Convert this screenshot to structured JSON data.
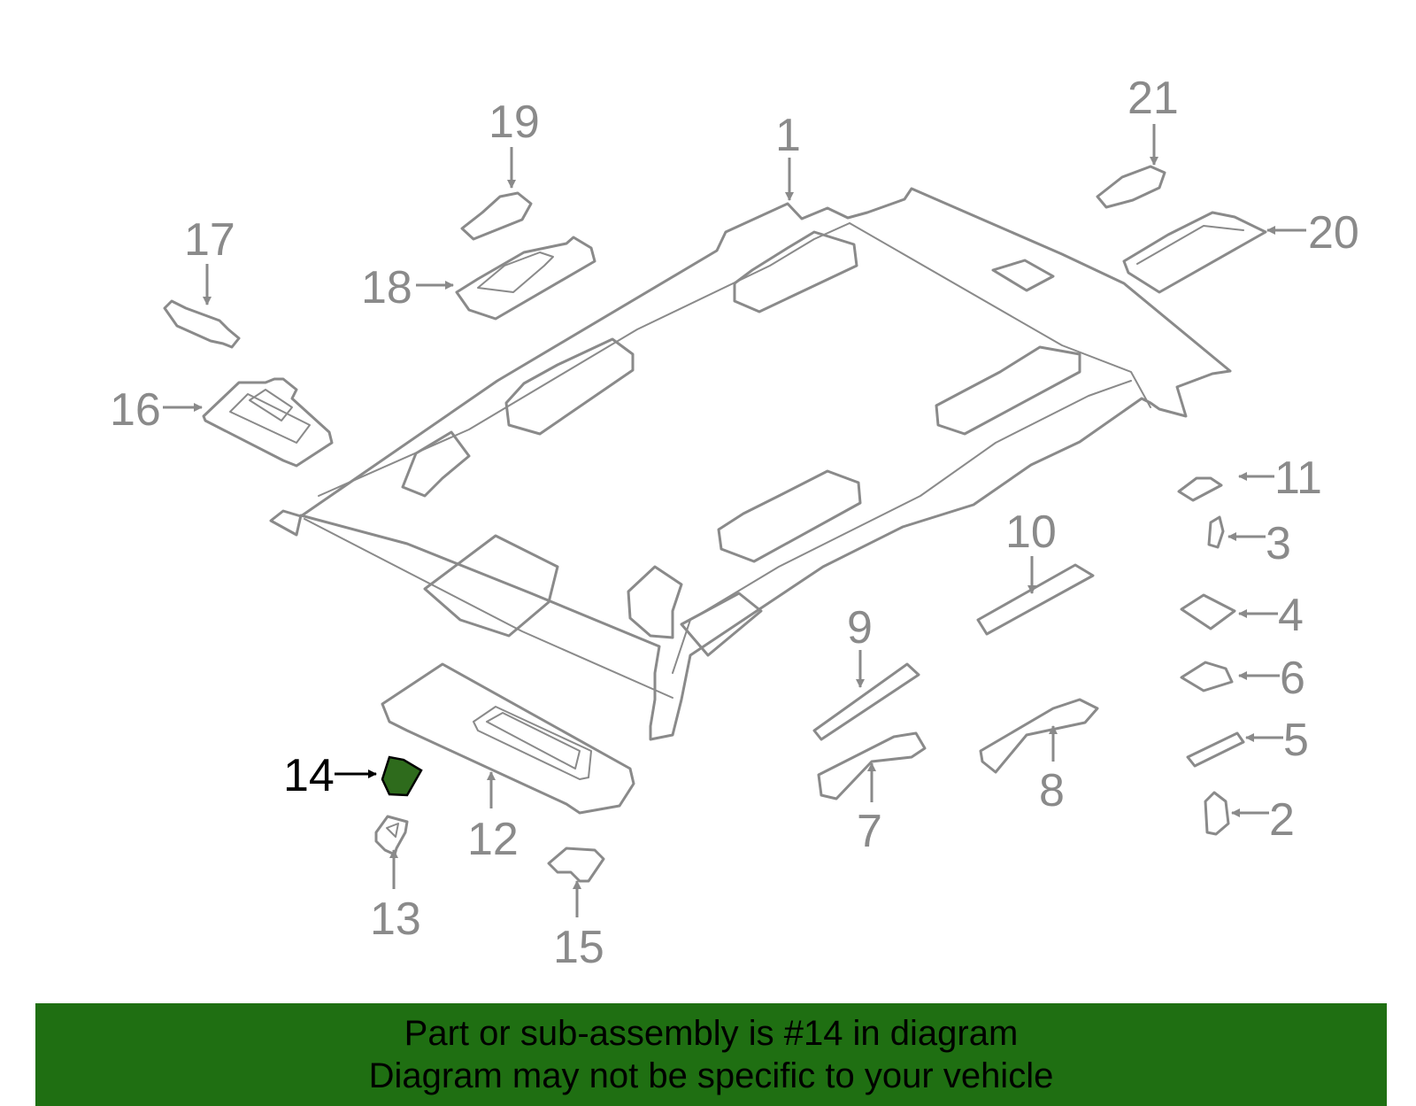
{
  "diagram": {
    "highlight_color": "#2e6b1c",
    "line_color": "#8a8a8a",
    "parts": [
      {
        "id": "p1",
        "label": "1"
      },
      {
        "id": "p2",
        "label": "2"
      },
      {
        "id": "p3",
        "label": "3"
      },
      {
        "id": "p4",
        "label": "4"
      },
      {
        "id": "p5",
        "label": "5"
      },
      {
        "id": "p6",
        "label": "6"
      },
      {
        "id": "p7",
        "label": "7"
      },
      {
        "id": "p8",
        "label": "8"
      },
      {
        "id": "p9",
        "label": "9"
      },
      {
        "id": "p10",
        "label": "10"
      },
      {
        "id": "p11",
        "label": "11"
      },
      {
        "id": "p12",
        "label": "12"
      },
      {
        "id": "p13",
        "label": "13"
      },
      {
        "id": "p14",
        "label": "14",
        "highlighted": true
      },
      {
        "id": "p15",
        "label": "15"
      },
      {
        "id": "p16",
        "label": "16"
      },
      {
        "id": "p17",
        "label": "17"
      },
      {
        "id": "p18",
        "label": "18"
      },
      {
        "id": "p19",
        "label": "19"
      },
      {
        "id": "p20",
        "label": "20"
      },
      {
        "id": "p21",
        "label": "21"
      }
    ]
  },
  "banner": {
    "color": "#1f6f12",
    "line1": "Part or sub-assembly is #14 in diagram",
    "line2": "Diagram may not be specific to your vehicle"
  }
}
